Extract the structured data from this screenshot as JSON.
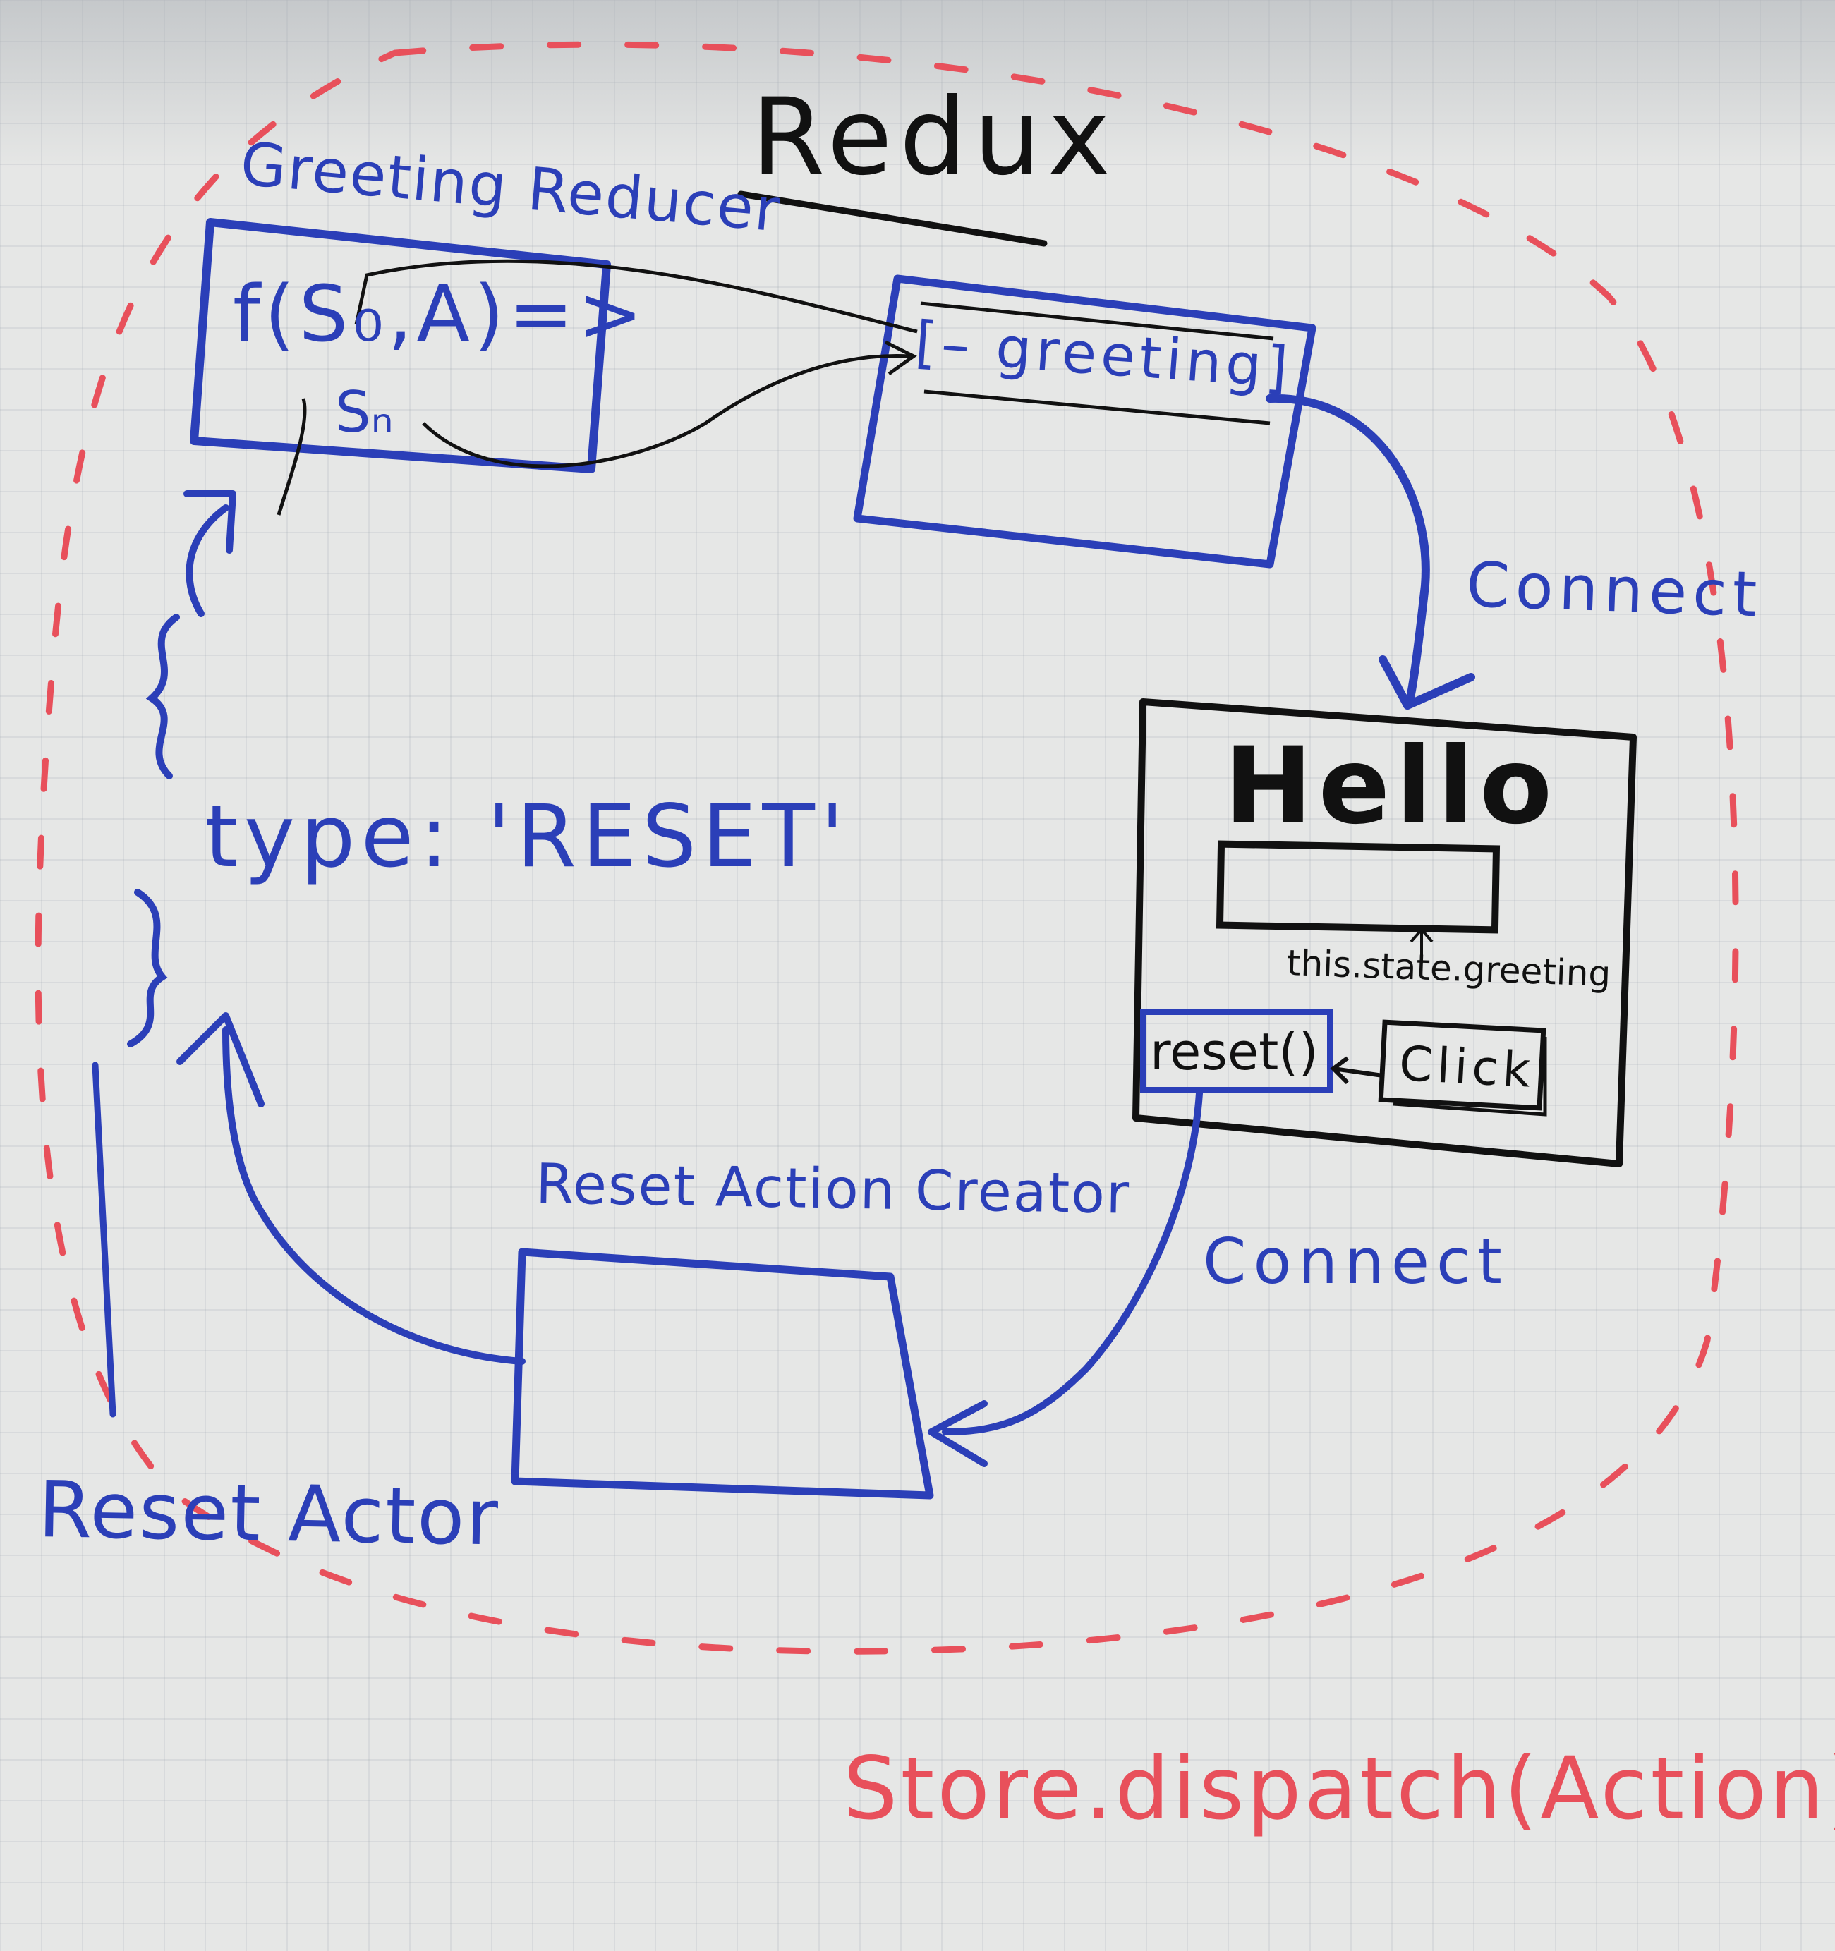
{
  "title": "Redux",
  "reducer": {
    "label": "Greeting Reducer",
    "formula": "f(S₀,A)=>",
    "output": "Sₙ"
  },
  "store": {
    "state_key": "[– greeting]"
  },
  "connect_top": "Connect",
  "component": {
    "heading": "Hello",
    "state_path": "this.state.greeting",
    "reset_function": "reset()",
    "button_label": "Click"
  },
  "action": {
    "type_text": "type: 'RESET'"
  },
  "action_creator": {
    "label": "Reset Action Creator"
  },
  "connect_bottom": "Connect",
  "actor": {
    "label": "Reset Actor"
  },
  "dispatch": {
    "text": "Store.dispatch(Action)"
  },
  "colors": {
    "blue_marker": "#2b3fb8",
    "black_marker": "#111111",
    "red_marker": "#e8505b",
    "paper": "#e6e7e6"
  }
}
